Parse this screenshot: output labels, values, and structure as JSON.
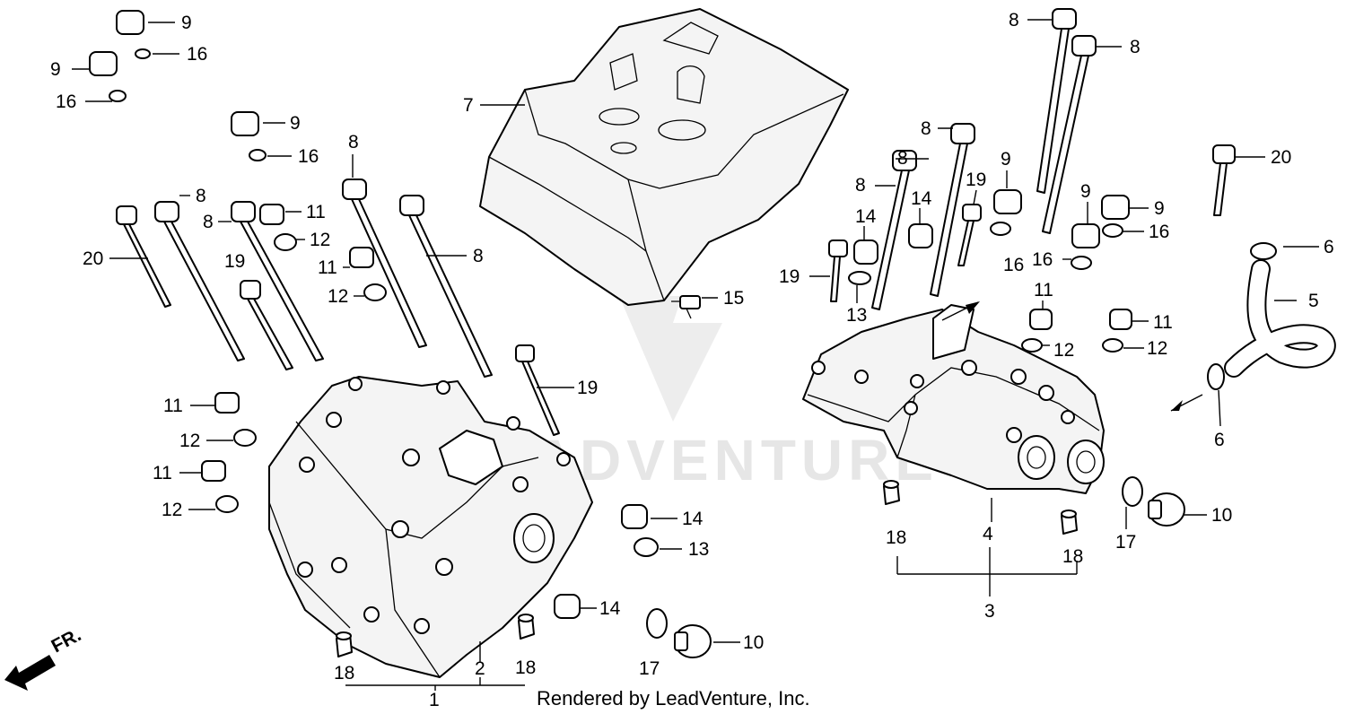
{
  "watermark": {
    "brand": "LEADVENTURE"
  },
  "credit": "Rendered by LeadVenture, Inc.",
  "direction_label": "FR.",
  "callouts": [
    {
      "id": "c-9a",
      "n": "9"
    },
    {
      "id": "c-16a",
      "n": "16"
    },
    {
      "id": "c-9b",
      "n": "9"
    },
    {
      "id": "c-16b",
      "n": "16"
    },
    {
      "id": "c-9c",
      "n": "9"
    },
    {
      "id": "c-16c",
      "n": "16"
    },
    {
      "id": "c-8a",
      "n": "8"
    },
    {
      "id": "c-8b",
      "n": "8"
    },
    {
      "id": "c-11a",
      "n": "11"
    },
    {
      "id": "c-12a",
      "n": "12"
    },
    {
      "id": "c-8c",
      "n": "8"
    },
    {
      "id": "c-20a",
      "n": "20"
    },
    {
      "id": "c-19a",
      "n": "19"
    },
    {
      "id": "c-11b",
      "n": "11"
    },
    {
      "id": "c-12b",
      "n": "12"
    },
    {
      "id": "c-8d",
      "n": "8"
    },
    {
      "id": "c-19b",
      "n": "19"
    },
    {
      "id": "c-11c",
      "n": "11"
    },
    {
      "id": "c-12c",
      "n": "12"
    },
    {
      "id": "c-11d",
      "n": "11"
    },
    {
      "id": "c-12d",
      "n": "12"
    },
    {
      "id": "c-14a",
      "n": "14"
    },
    {
      "id": "c-13a",
      "n": "13"
    },
    {
      "id": "c-14b",
      "n": "14"
    },
    {
      "id": "c-10a",
      "n": "10"
    },
    {
      "id": "c-17a",
      "n": "17"
    },
    {
      "id": "c-18a",
      "n": "18"
    },
    {
      "id": "c-2",
      "n": "2"
    },
    {
      "id": "c-18b",
      "n": "18"
    },
    {
      "id": "c-1",
      "n": "1"
    },
    {
      "id": "c-7",
      "n": "7"
    },
    {
      "id": "c-15",
      "n": "15"
    },
    {
      "id": "c-8e",
      "n": "8"
    },
    {
      "id": "c-8f",
      "n": "8"
    },
    {
      "id": "c-8g",
      "n": "8"
    },
    {
      "id": "c-8h",
      "n": "8"
    },
    {
      "id": "c-8i",
      "n": "8"
    },
    {
      "id": "c-20b",
      "n": "20"
    },
    {
      "id": "c-9d",
      "n": "9"
    },
    {
      "id": "c-19c",
      "n": "19"
    },
    {
      "id": "c-14c",
      "n": "14"
    },
    {
      "id": "c-14d",
      "n": "14"
    },
    {
      "id": "c-9e",
      "n": "9"
    },
    {
      "id": "c-9f",
      "n": "9"
    },
    {
      "id": "c-16d",
      "n": "16"
    },
    {
      "id": "c-16e",
      "n": "16"
    },
    {
      "id": "c-16f",
      "n": "16"
    },
    {
      "id": "c-19d",
      "n": "19"
    },
    {
      "id": "c-13b",
      "n": "13"
    },
    {
      "id": "c-11e",
      "n": "11"
    },
    {
      "id": "c-12e",
      "n": "12"
    },
    {
      "id": "c-11f",
      "n": "11"
    },
    {
      "id": "c-12f",
      "n": "12"
    },
    {
      "id": "c-6a",
      "n": "6"
    },
    {
      "id": "c-5",
      "n": "5"
    },
    {
      "id": "c-6b",
      "n": "6"
    },
    {
      "id": "c-10b",
      "n": "10"
    },
    {
      "id": "c-17b",
      "n": "17"
    },
    {
      "id": "c-18c",
      "n": "18"
    },
    {
      "id": "c-4",
      "n": "4"
    },
    {
      "id": "c-18d",
      "n": "18"
    },
    {
      "id": "c-3",
      "n": "3"
    }
  ]
}
